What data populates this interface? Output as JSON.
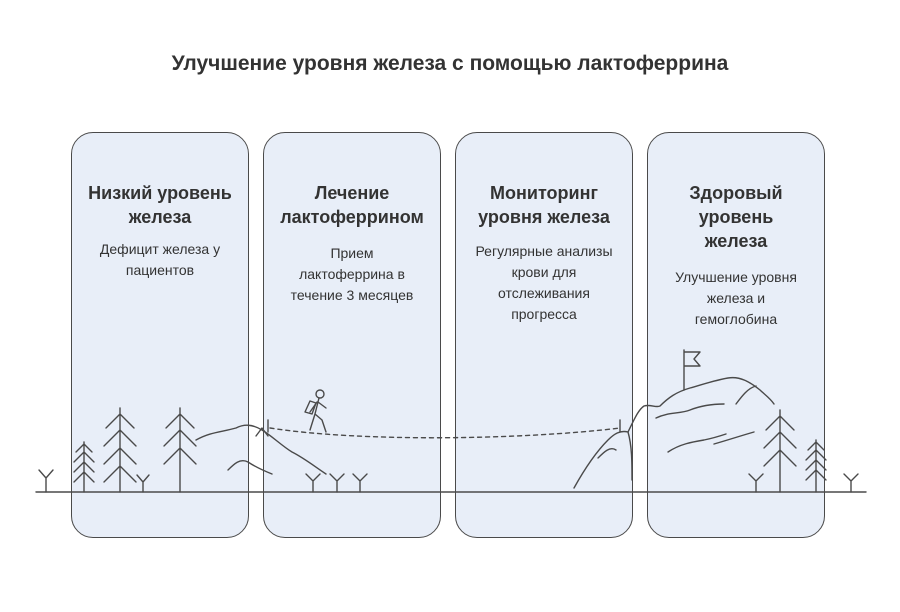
{
  "title": "Улучшение уровня железа с помощью лактоферрина",
  "stages": [
    {
      "title_lines": [
        "Низкий уровень",
        "железа"
      ],
      "text_lines": [
        "Дефицит железа у",
        "пациентов"
      ]
    },
    {
      "title_lines": [
        "Лечение",
        "лактоферрином"
      ],
      "text_lines": [
        "Прием",
        "лактоферрина в",
        "течение 3 месяцев"
      ]
    },
    {
      "title_lines": [
        "Мониторинг",
        "уровня железа"
      ],
      "text_lines": [
        "Регулярные анализы",
        "крови для",
        "отслеживания",
        "прогресса"
      ]
    },
    {
      "title_lines": [
        "Здоровый",
        "уровень",
        "железа"
      ],
      "text_lines": [
        "Улучшение уровня",
        "железа и",
        "гемоглобина"
      ]
    }
  ],
  "colors": {
    "card_fill": "#e8eef8",
    "line": "#4a4a4a",
    "text": "#333333"
  },
  "icons": [
    "tree-icon",
    "grass-icon",
    "hiker-icon",
    "mountain-icon",
    "flag-icon"
  ]
}
